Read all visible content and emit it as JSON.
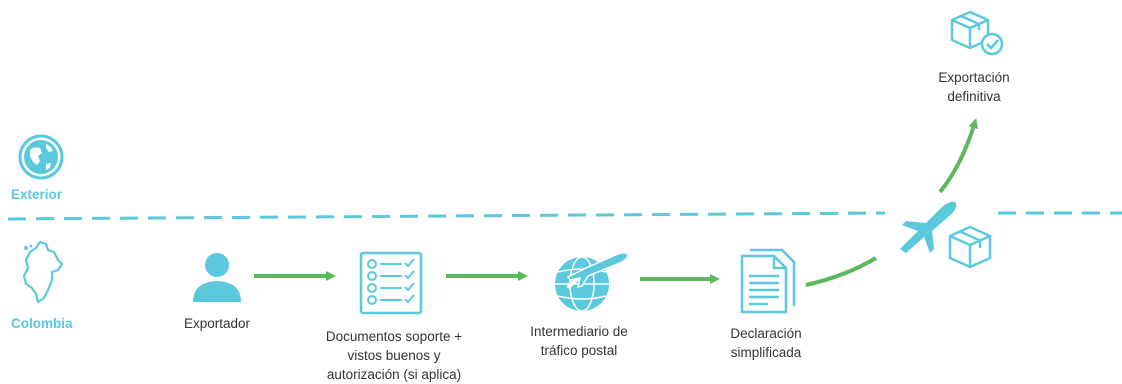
{
  "regions": {
    "exterior": "Exterior",
    "colombia": "Colombia"
  },
  "steps": {
    "exportador": "Exportador",
    "documentos": "Documentos soporte +\nvistos buenos y\nautorización (si aplica)",
    "intermediario": "Intermediario de\ntráfico postal",
    "declaracion": "Declaración\nsimplificada",
    "exportacion": "Exportación\ndefinitiva"
  },
  "colors": {
    "primary": "#5bc8dc",
    "arrow": "#5cb85c",
    "text": "#333333",
    "divider": "#5bc8dc"
  },
  "icons": {
    "globe": "globe-icon",
    "colombia_map": "colombia-map-icon",
    "person": "person-icon",
    "checklist": "checklist-icon",
    "postal": "globe-plane-icon",
    "document": "document-icon",
    "airplane": "airplane-icon",
    "box": "box-icon",
    "box_check": "box-check-icon"
  }
}
